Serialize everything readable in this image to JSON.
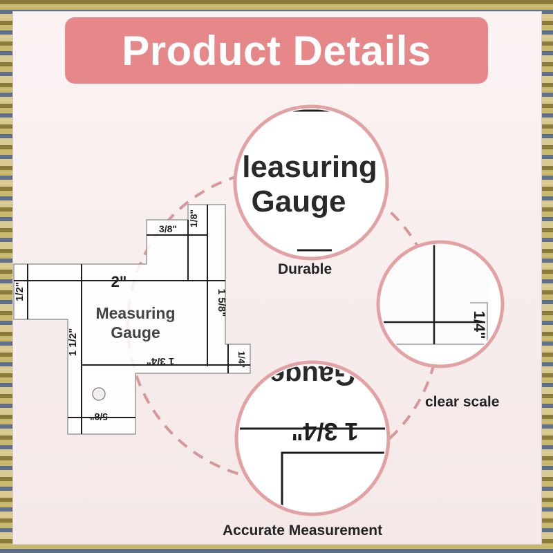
{
  "banner": {
    "title": "Product Details"
  },
  "gauge": {
    "name_line1": "Measuring",
    "name_line2": "Gauge",
    "marks": {
      "two_inch": "2\"",
      "half": "1/2\"",
      "three_eighths": "3/8\"",
      "one_eighth": "1/8\"",
      "five_eighths_side": "1 5/8\"",
      "one_half_side": "1 1/2\"",
      "three_quarter": "1 3/4\"",
      "quarter": "1/4\"",
      "five_eighths_bottom": "5/8\""
    }
  },
  "details": [
    {
      "caption": "Durable",
      "zoom_line1": "leasuring",
      "zoom_line2": "Gauge"
    },
    {
      "caption": "clear scale",
      "zoom_mark": "1/4\""
    },
    {
      "caption": "Accurate Measurement",
      "zoom_text": "Gauge",
      "zoom_mark": "1 3/4\""
    }
  ],
  "colors": {
    "banner": "#e6888a",
    "ring": "#e2a2a4",
    "dashed": "#d69799",
    "ink": "#1e1e1e"
  }
}
